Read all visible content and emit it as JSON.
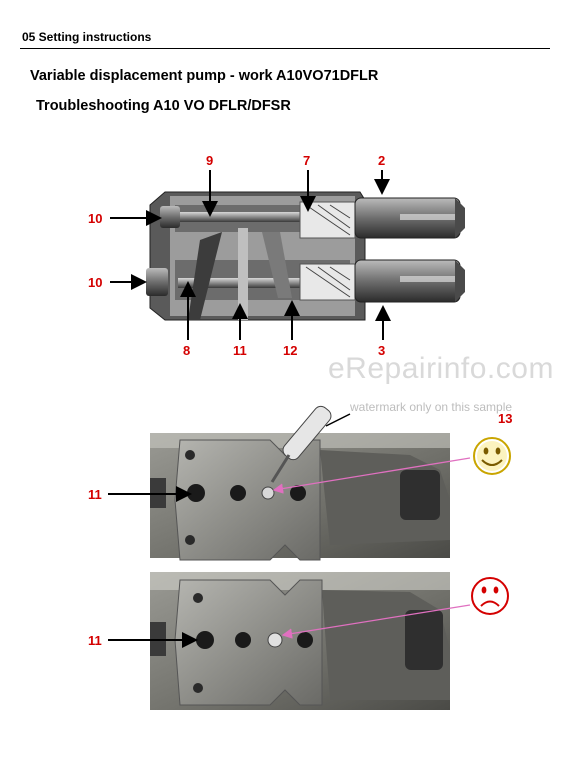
{
  "header": {
    "section": "05 Setting instructions"
  },
  "document": {
    "title": "Variable displacement pump - work A10VO71DFLR",
    "subtitle": "Troubleshooting A10 VO DFLR/DFSR"
  },
  "diagram_labels": {
    "n9": "9",
    "n7": "7",
    "n2": "2",
    "n10a": "10",
    "n10b": "10",
    "n8": "8",
    "n11": "11",
    "n12": "12",
    "n3": "3",
    "n13": "13",
    "n11_photo1": "11",
    "n11_photo2": "11"
  },
  "watermark": {
    "text": "eRepairinfo.com",
    "note": "watermark only on this sample"
  },
  "icons": {
    "good": "smiley-face-icon",
    "bad": "frowning-face-icon"
  },
  "colors": {
    "label_red": "#d40000",
    "arrow_pink": "#e070c0",
    "smiley_yellow": "#f5d000",
    "frown_red": "#d40000"
  }
}
